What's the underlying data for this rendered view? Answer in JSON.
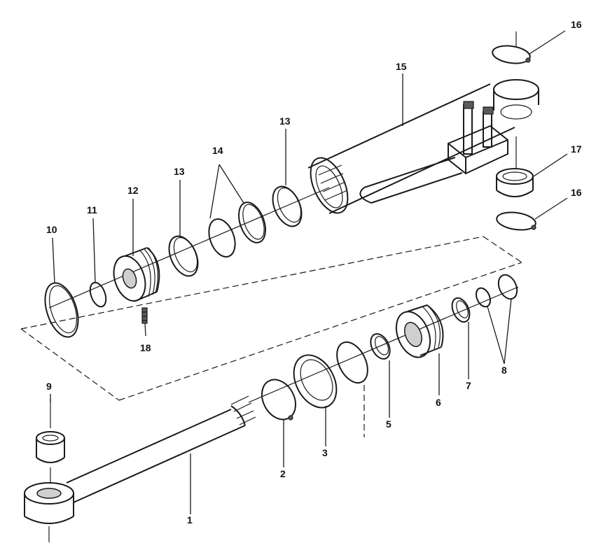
{
  "callouts": {
    "c1": "1",
    "c2": "2",
    "c3": "3",
    "c5": "5",
    "c6": "6",
    "c7": "7",
    "c8": "8",
    "c9": "9",
    "c10": "10",
    "c11": "11",
    "c12": "12",
    "c13a": "13",
    "c13b": "13",
    "c14": "14",
    "c15": "15",
    "c16a": "16",
    "c16b": "16",
    "c17": "17",
    "c18": "18"
  }
}
